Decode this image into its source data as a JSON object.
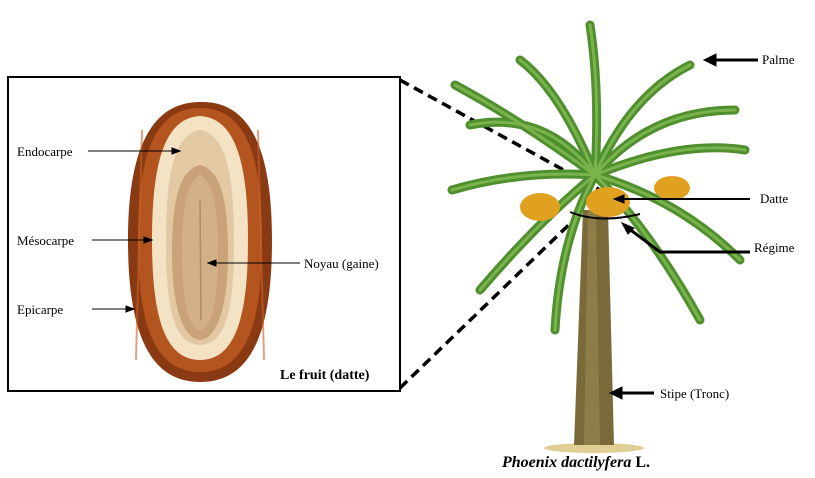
{
  "fruit_panel": {
    "title": "Le fruit (datte)",
    "labels": {
      "endocarpe": "Endocarpe",
      "mesocarpe": "Mésocarpe",
      "epicarpe": "Epicarpe",
      "noyau": "Noyau (gaine)"
    }
  },
  "palm": {
    "labels": {
      "palme": "Palme",
      "datte": "Datte",
      "regime": "Régime",
      "stipe": "Stipe (Tronc)"
    },
    "caption": {
      "species": "Phoenix dactilyfera",
      "author": "L."
    }
  },
  "colors": {
    "date_skin": "#8a3a12",
    "date_flesh": "#f3e2c4",
    "seed": "#c9a27a",
    "frond": "#4f8f2e",
    "trunk": "#7a6a3a",
    "fruit_cluster": "#e0a020"
  }
}
